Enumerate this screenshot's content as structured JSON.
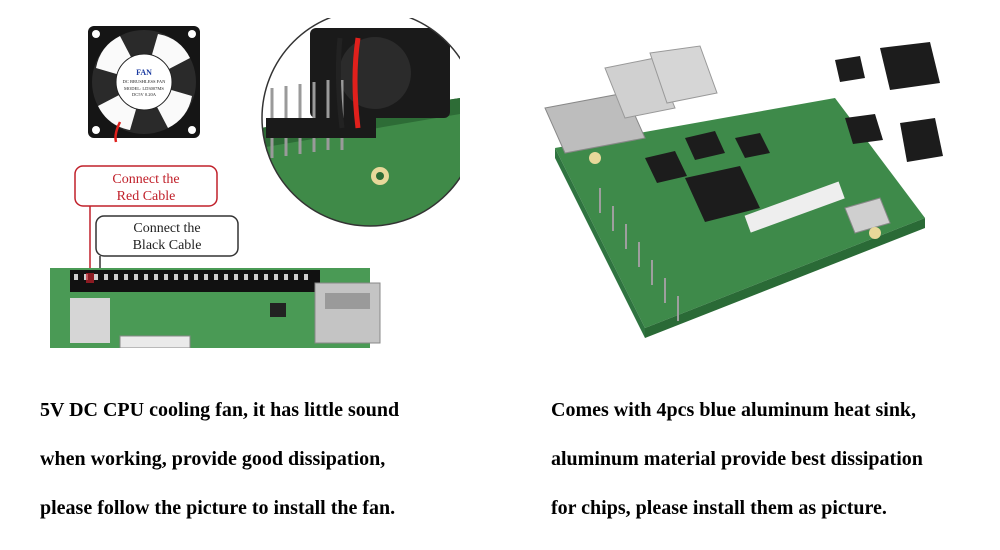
{
  "left_panel": {
    "fan_label_brand": "FAN",
    "fan_label_type": "DC BRUSHLESS FAN",
    "fan_label_model": "MODEL: LD3007MS",
    "fan_label_rating": "DC5V 0.20A",
    "red_callout": [
      "Connect the",
      "Red Cable"
    ],
    "black_callout": [
      "Connect the",
      "Black Cable"
    ],
    "caption": [
      "5V DC CPU cooling fan, it has little sound",
      "when working, provide good dissipation,",
      "please follow the picture to install the fan."
    ]
  },
  "right_panel": {
    "caption": [
      "Comes with 4pcs blue aluminum heat sink,",
      "aluminum material provide best dissipation",
      "for chips, please install them as picture."
    ]
  },
  "colors": {
    "red_wire": "#e0201c",
    "callout_red": "#c0202a",
    "pcb_green": "#3e8a4a",
    "heatsink_black": "#1c1c1c"
  }
}
